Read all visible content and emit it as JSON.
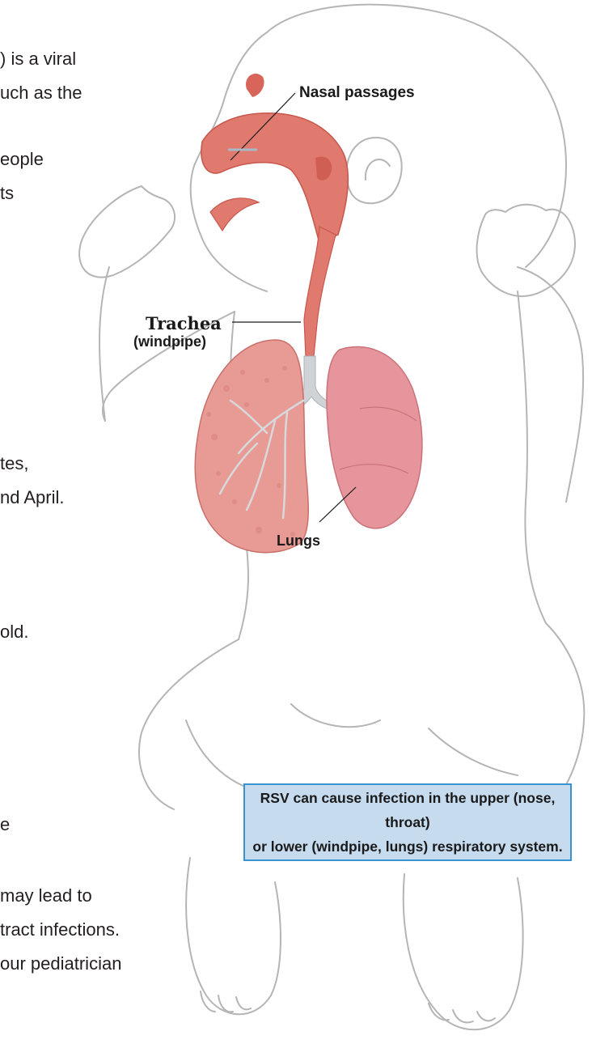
{
  "left_text_fragments": [
    ") is a viral",
    "uch as the",
    "eople",
    "ts",
    "tes,",
    "nd April.",
    "old.",
    "e",
    "may lead to",
    "tract infections.",
    "our pediatrician"
  ],
  "labels": {
    "nasal_passages": "Nasal passages",
    "trachea": "Trachea",
    "trachea_sub": "(windpipe)",
    "lungs": "Lungs"
  },
  "callout": {
    "line1": "RSV can cause infection in the upper (nose, throat)",
    "line2": "or lower (windpipe, lungs) respiratory system."
  },
  "colors": {
    "outline": "#b5b5b5",
    "airway": "#e07a6e",
    "lung_right": "#e6959c",
    "lung_left": "#e89a95",
    "callout_bg": "#c7dbef",
    "callout_border": "#3a93cf"
  }
}
